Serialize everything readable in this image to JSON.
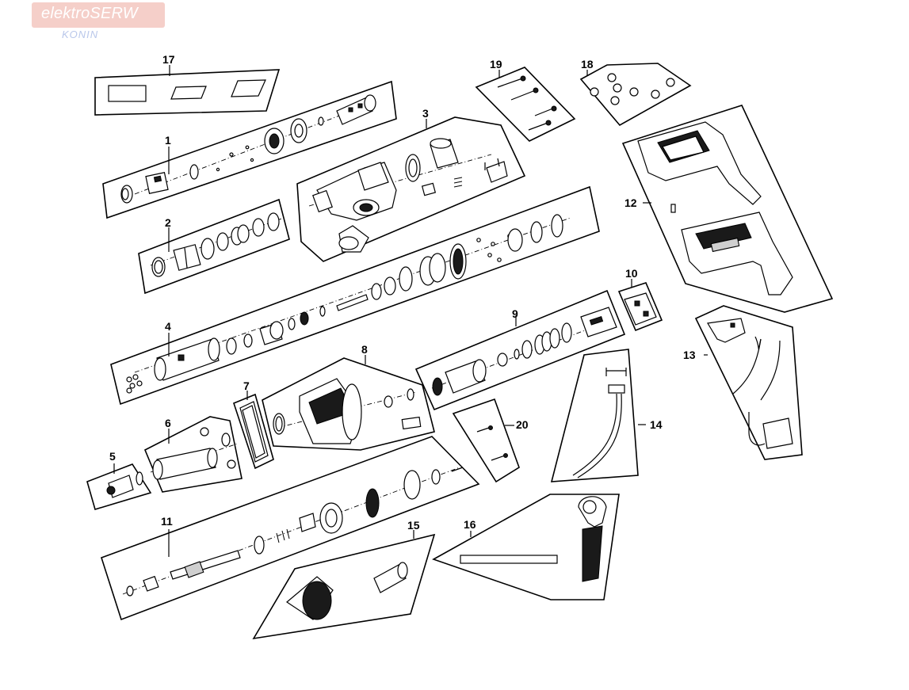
{
  "logo": {
    "brand": "elektroSERW",
    "city": "KONIN"
  },
  "callouts": [
    "1",
    "2",
    "3",
    "4",
    "5",
    "6",
    "7",
    "8",
    "9",
    "10",
    "11",
    "12",
    "13",
    "14",
    "15",
    "16",
    "17",
    "18",
    "19",
    "20"
  ]
}
